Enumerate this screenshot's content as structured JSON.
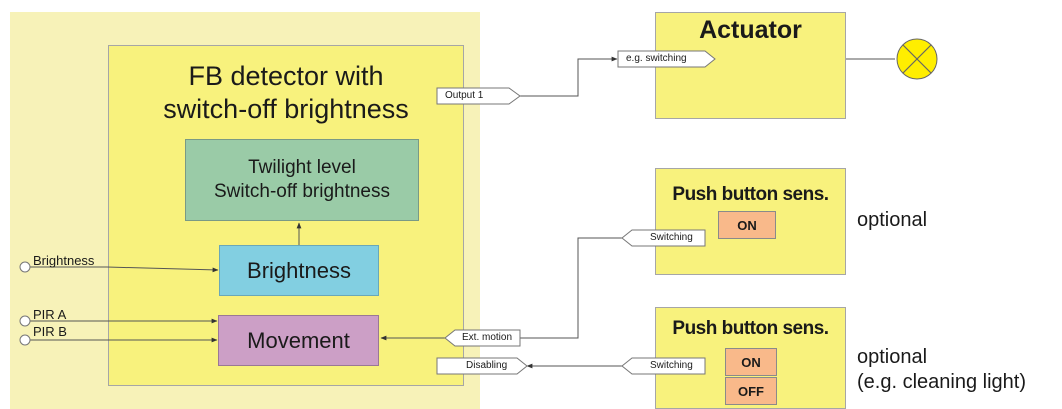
{
  "fb_detector": {
    "title_line1": "FB detector with",
    "title_line2": "switch-off brightness",
    "twilight_line1": "Twilight level",
    "twilight_line2": "Switch-off brightness",
    "brightness_block": "Brightness",
    "movement_block": "Movement",
    "output_label": "Output 1",
    "ext_motion_label": "Ext. motion",
    "disabling_label": "Disabling"
  },
  "inputs": {
    "brightness": "Brightness",
    "pir_a": "PIR A",
    "pir_b": "PIR B"
  },
  "actuator": {
    "title": "Actuator",
    "input_label": "e.g. switching"
  },
  "push_button_1": {
    "title": "Push button sens.",
    "on_label": "ON",
    "output_label": "Switching",
    "note": "optional"
  },
  "push_button_2": {
    "title": "Push button sens.",
    "on_label": "ON",
    "off_label": "OFF",
    "output_label": "Switching",
    "note_line1": "optional",
    "note_line2": "(e.g. cleaning light)"
  },
  "colors": {
    "outer_panel": "#f7f2b8",
    "block_yellow": "#f8f27d",
    "twilight_green": "#9acba7",
    "brightness_blue": "#82cfe1",
    "movement_purple": "#cc9fc6",
    "button_orange": "#f9b98a",
    "lamp_yellow": "#ffee00"
  },
  "icons": {
    "lamp": "lamp-icon"
  }
}
